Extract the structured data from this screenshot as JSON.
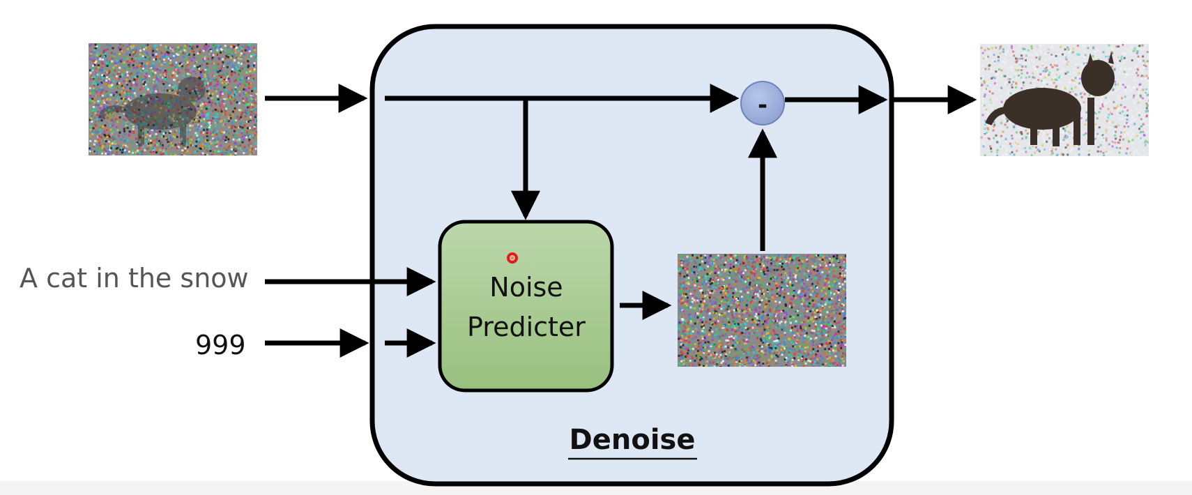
{
  "diagram": {
    "block_title": "Denoise",
    "module_label_line1": "Noise",
    "module_label_line2": "Predicter",
    "text_prompt": "A cat in the snow",
    "step_number": "999",
    "operator": "-",
    "colors": {
      "outer_box_fill": "#dde8f4",
      "outer_box_stroke": "#000000",
      "module_fill_top": "#b8d4a6",
      "module_fill_bottom": "#9cc282",
      "module_stroke": "#000000",
      "operator_fill": "#98abd6",
      "operator_stroke": "#6d82b8",
      "pointer_dot": "#e81818",
      "arrow": "#000000",
      "side_text": "#555555"
    },
    "images": {
      "input": "noisy-cat-image",
      "predicted_noise": "noise-image",
      "output": "less-noisy-cat-image"
    }
  }
}
